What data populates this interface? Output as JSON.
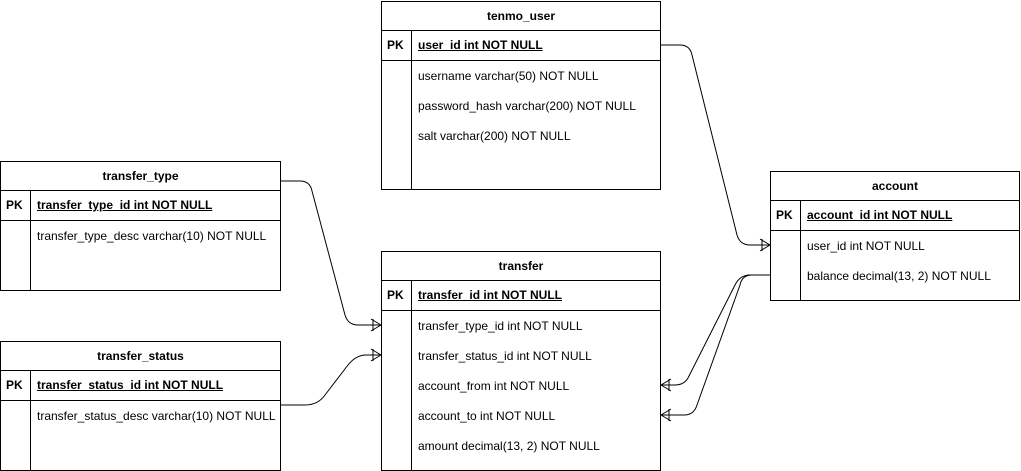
{
  "entities": {
    "tenmo_user": {
      "title": "tenmo_user",
      "pk_label": "PK",
      "pk_field": "user_id int NOT NULL",
      "fields": [
        "username varchar(50) NOT NULL",
        "password_hash varchar(200) NOT NULL",
        "salt varchar(200) NOT NULL"
      ]
    },
    "transfer_type": {
      "title": "transfer_type",
      "pk_label": "PK",
      "pk_field": "transfer_type_id int NOT NULL",
      "fields": [
        "transfer_type_desc varchar(10) NOT NULL"
      ]
    },
    "transfer_status": {
      "title": "transfer_status",
      "pk_label": "PK",
      "pk_field": "transfer_status_id int NOT NULL",
      "fields": [
        "transfer_status_desc varchar(10) NOT NULL"
      ]
    },
    "transfer": {
      "title": "transfer",
      "pk_label": "PK",
      "pk_field": "transfer_id int NOT NULL",
      "fields": [
        "transfer_type_id int NOT NULL",
        "transfer_status_id int NOT NULL",
        "account_from int NOT NULL",
        "account_to int NOT NULL",
        "amount decimal(13, 2) NOT NULL"
      ]
    },
    "account": {
      "title": "account",
      "pk_label": "PK",
      "pk_field": "account_id int NOT NULL",
      "fields": [
        "user_id int NOT NULL",
        "balance decimal(13, 2) NOT NULL"
      ]
    }
  },
  "relationships": [
    {
      "from": "tenmo_user.user_id",
      "to": "account.user_id",
      "cardinality": "one-to-many"
    },
    {
      "from": "transfer_type.transfer_type_id",
      "to": "transfer.transfer_type_id",
      "cardinality": "one-to-many"
    },
    {
      "from": "transfer_status.transfer_status_id",
      "to": "transfer.transfer_status_id",
      "cardinality": "one-to-many"
    },
    {
      "from": "account.account_id",
      "to": "transfer.account_from",
      "cardinality": "one-to-many"
    },
    {
      "from": "account.account_id",
      "to": "transfer.account_to",
      "cardinality": "one-to-many"
    }
  ]
}
